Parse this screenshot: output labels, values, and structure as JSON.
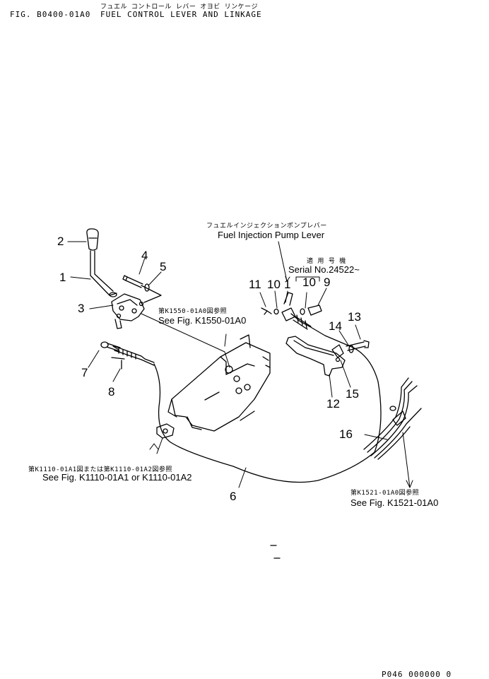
{
  "header": {
    "jp_title": "フュエル コントロール レバー オヨビ リンケージ",
    "fig_no": "FIG. B0400-01A0",
    "title": "FUEL CONTROL LEVER AND LINKAGE"
  },
  "annotations": {
    "pump_lever_jp": "フュエルインジェクションポンプレバー",
    "pump_lever_en": "Fuel Injection Pump Lever",
    "serial_jp": "適 用 号 機",
    "serial_en": "Serial No.24522~",
    "ref1550_jp": "第K1550-01A0図参照",
    "ref1550_en": "See Fig. K1550-01A0",
    "ref1110_jp": "第K1110-01A1図または第K1110-01A2図参照",
    "ref1110_en": "See Fig. K1110-01A1 or K1110-01A2",
    "ref1521_jp": "第K1521-01A0図参照",
    "ref1521_en": "See Fig. K1521-01A0"
  },
  "callouts": {
    "c1": "1",
    "c2": "2",
    "c3": "3",
    "c4": "4",
    "c5": "5",
    "c6": "6",
    "c7": "7",
    "c8": "8",
    "c9": "9",
    "c10a": "10",
    "c10b": "10",
    "c11": "11",
    "c12": "12",
    "c13": "13",
    "c14": "14",
    "c15": "15",
    "c16": "16"
  },
  "footer": {
    "page_code": "P046 000000 0"
  }
}
